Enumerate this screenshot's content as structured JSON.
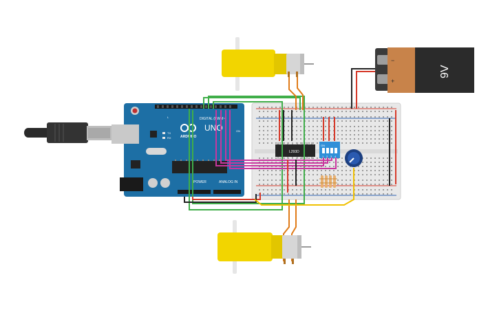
{
  "arduino": {
    "brand": "ARDUINO",
    "model": "UNO",
    "digital_header": "DIGITAL (PWM~)",
    "power_header": "POWER",
    "analog_header": "ANALOG IN",
    "on_label": "ON",
    "tx_label": "TX",
    "rx_label": "RX",
    "l_label": "L"
  },
  "battery": {
    "label": "9V",
    "minus": "−",
    "plus": "+"
  },
  "chip": {
    "label": "L293D"
  },
  "dip_switch": {
    "on_label": "ON",
    "numbers": [
      "1",
      "2",
      "3",
      "4"
    ]
  },
  "colors": {
    "board_blue": "#1d6fa5",
    "breadboard": "#e8e8e8",
    "motor_yellow": "#f2d500",
    "battery_orange": "#c8834a",
    "battery_black": "#2b2b2b",
    "wire_green": "#3fae49",
    "wire_magenta": "#c9369e",
    "wire_red": "#d63a2a",
    "wire_black": "#222222",
    "wire_orange": "#e07b18",
    "wire_yellow": "#f0c000"
  },
  "icons": [
    "usb-cable-icon",
    "dc-motor-icon",
    "potentiometer-icon",
    "resistor-icon"
  ]
}
